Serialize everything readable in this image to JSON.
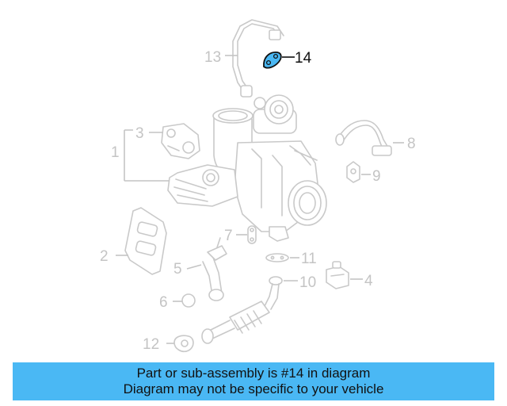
{
  "diagram": {
    "callouts": [
      {
        "id": "1",
        "label": "1"
      },
      {
        "id": "2",
        "label": "2"
      },
      {
        "id": "3",
        "label": "3"
      },
      {
        "id": "4",
        "label": "4"
      },
      {
        "id": "5",
        "label": "5"
      },
      {
        "id": "6",
        "label": "6"
      },
      {
        "id": "7",
        "label": "7"
      },
      {
        "id": "8",
        "label": "8"
      },
      {
        "id": "9",
        "label": "9"
      },
      {
        "id": "10",
        "label": "10"
      },
      {
        "id": "11",
        "label": "11"
      },
      {
        "id": "12",
        "label": "12"
      },
      {
        "id": "13",
        "label": "13"
      },
      {
        "id": "14",
        "label": "14"
      }
    ],
    "highlighted_part": "14",
    "colors": {
      "ghost_line": "#c9c9c9",
      "highlight_fill": "#4ab8f4",
      "highlight_stroke": "#111111"
    }
  },
  "banner": {
    "line1": "Part or sub-assembly is #14 in diagram",
    "line2": "Diagram may not be specific to your vehicle",
    "background": "#4ab8f4"
  }
}
